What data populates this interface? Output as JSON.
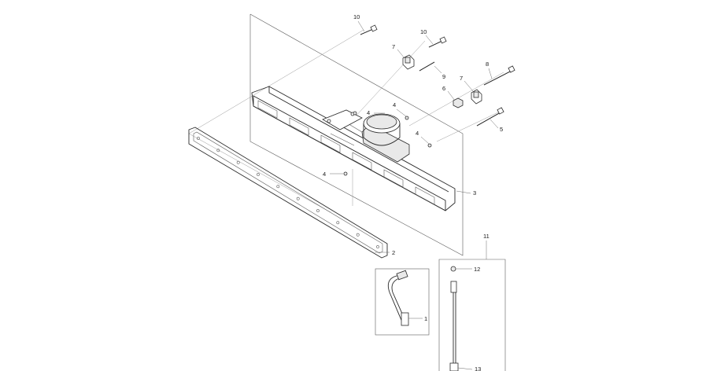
{
  "diagram": {
    "callouts": [
      {
        "id": "c10a",
        "text": "10"
      },
      {
        "id": "c10b",
        "text": "10"
      },
      {
        "id": "c7a",
        "text": "7"
      },
      {
        "id": "c9",
        "text": "9"
      },
      {
        "id": "c8",
        "text": "8"
      },
      {
        "id": "c7b",
        "text": "7"
      },
      {
        "id": "c6",
        "text": "6"
      },
      {
        "id": "c4a",
        "text": "4"
      },
      {
        "id": "c4b",
        "text": "4"
      },
      {
        "id": "c4c",
        "text": "4"
      },
      {
        "id": "c4d",
        "text": "4"
      },
      {
        "id": "c5",
        "text": "5"
      },
      {
        "id": "c3",
        "text": "3"
      },
      {
        "id": "c2",
        "text": "2"
      },
      {
        "id": "c11",
        "text": "11"
      },
      {
        "id": "c12",
        "text": "12"
      },
      {
        "id": "c1",
        "text": "1"
      },
      {
        "id": "c13",
        "text": "13"
      }
    ]
  }
}
